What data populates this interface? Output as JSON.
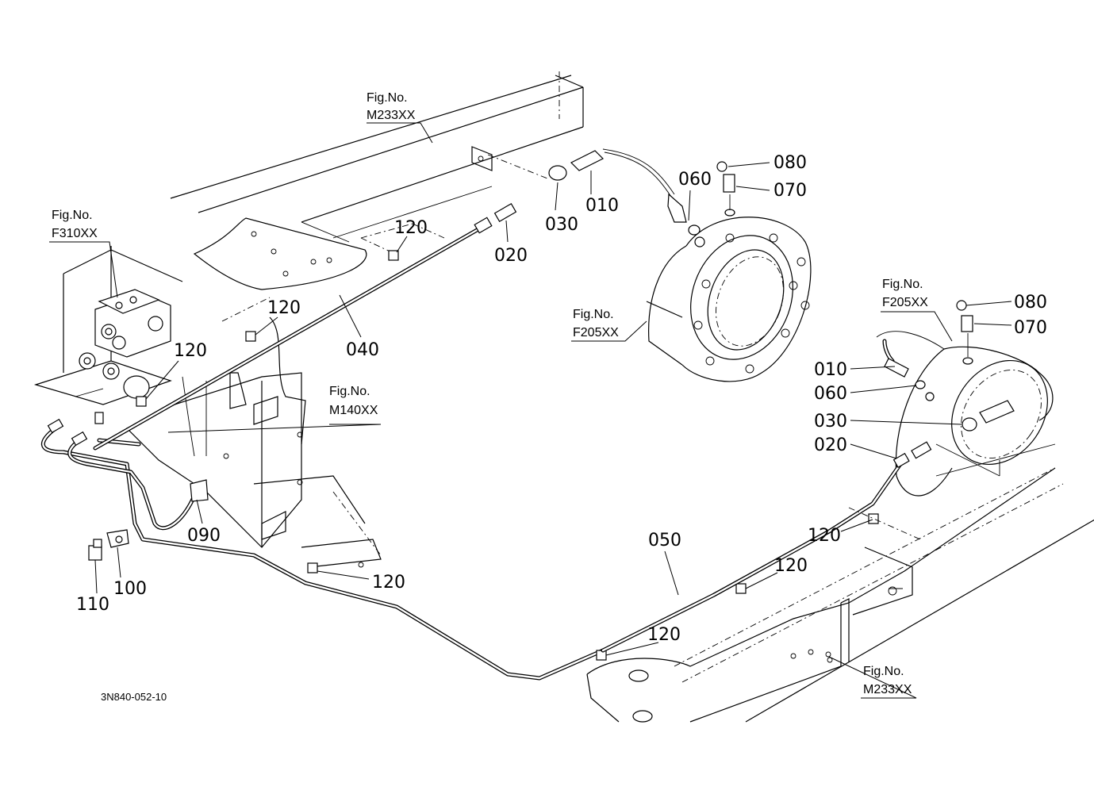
{
  "figure_refs": {
    "m233_top": {
      "line1": "Fig.No.",
      "line2": "M233XX"
    },
    "f310": {
      "line1": "Fig.No.",
      "line2": "F310XX"
    },
    "f205_center": {
      "line1": "Fig.No.",
      "line2": "F205XX"
    },
    "m140": {
      "line1": "Fig.No.",
      "line2": "M140XX"
    },
    "f205_right": {
      "line1": "Fig.No.",
      "line2": "F205XX"
    },
    "m233_bottom": {
      "line1": "Fig.No.",
      "line2": "M233XX"
    }
  },
  "part_labels": {
    "p010_top": "010",
    "p030_top": "030",
    "p020_top": "020",
    "p060_top": "060",
    "p080_top": "080",
    "p070_top": "070",
    "p120_a": "120",
    "p120_b": "120",
    "p120_c": "120",
    "p040": "040",
    "p090": "090",
    "p110": "110",
    "p100": "100",
    "p120_d": "120",
    "p050": "050",
    "p120_e": "120",
    "p120_f": "120",
    "p120_g": "120",
    "p080_right": "080",
    "p070_right": "070",
    "p010_right": "010",
    "p060_right": "060",
    "p030_right": "030",
    "p020_right": "020"
  },
  "doc_id": "3N840-052-10"
}
